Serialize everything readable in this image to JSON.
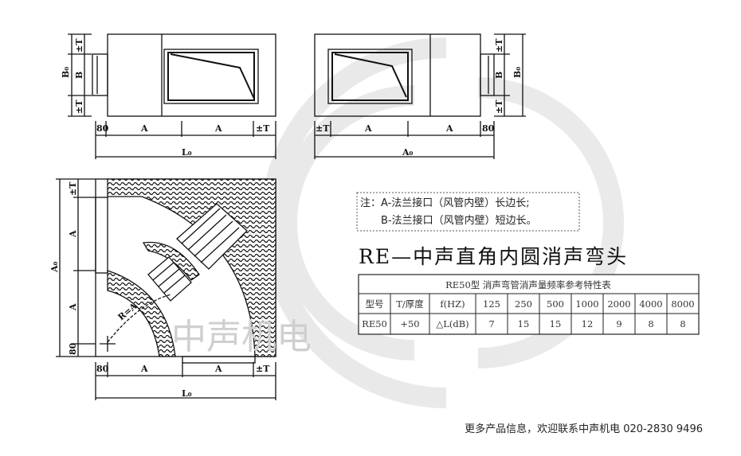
{
  "drawings": {
    "side_view_left": {
      "b0": "B₀",
      "t_top": "±T",
      "b": "B",
      "t_bottom": "±T",
      "d80": "80",
      "a1": "A",
      "a2": "A",
      "t_end": "±T",
      "l0": "L₀"
    },
    "side_view_right": {
      "b0": "B₀",
      "t_top": "±T",
      "b": "B",
      "t_bottom": "±T",
      "d80": "80",
      "a1": "A",
      "a2": "A",
      "t_end": "±T",
      "a0": "A₀"
    },
    "plan_view": {
      "a0": "A₀",
      "t_top": "±T",
      "a_upper": "A",
      "a_lower": "A",
      "d80_left": "80",
      "radius": "R=A",
      "d80": "80",
      "a1": "A",
      "a2": "A",
      "t_end": "±T",
      "l0": "L₀"
    }
  },
  "note": {
    "line1": "注：A-法兰接口（风管内壁）长边长;",
    "line2": "B-法兰接口（风管内壁）短边长。"
  },
  "title": "RE—中声直角内圆消声弯头",
  "table": {
    "caption": "RE50型  消声弯管消声量频率参考特性表",
    "header": [
      "型号",
      "T/厚度",
      "f(HZ)",
      "125",
      "250",
      "500",
      "1000",
      "2000",
      "4000",
      "8000"
    ],
    "rows": [
      [
        "RE50",
        "+50",
        "△L(dB)",
        "7",
        "15",
        "15",
        "12",
        "9",
        "8",
        "8"
      ]
    ]
  },
  "watermark": "中声机电",
  "footer": "更多产品信息，欢迎联系中声机电 020-2830 9496"
}
